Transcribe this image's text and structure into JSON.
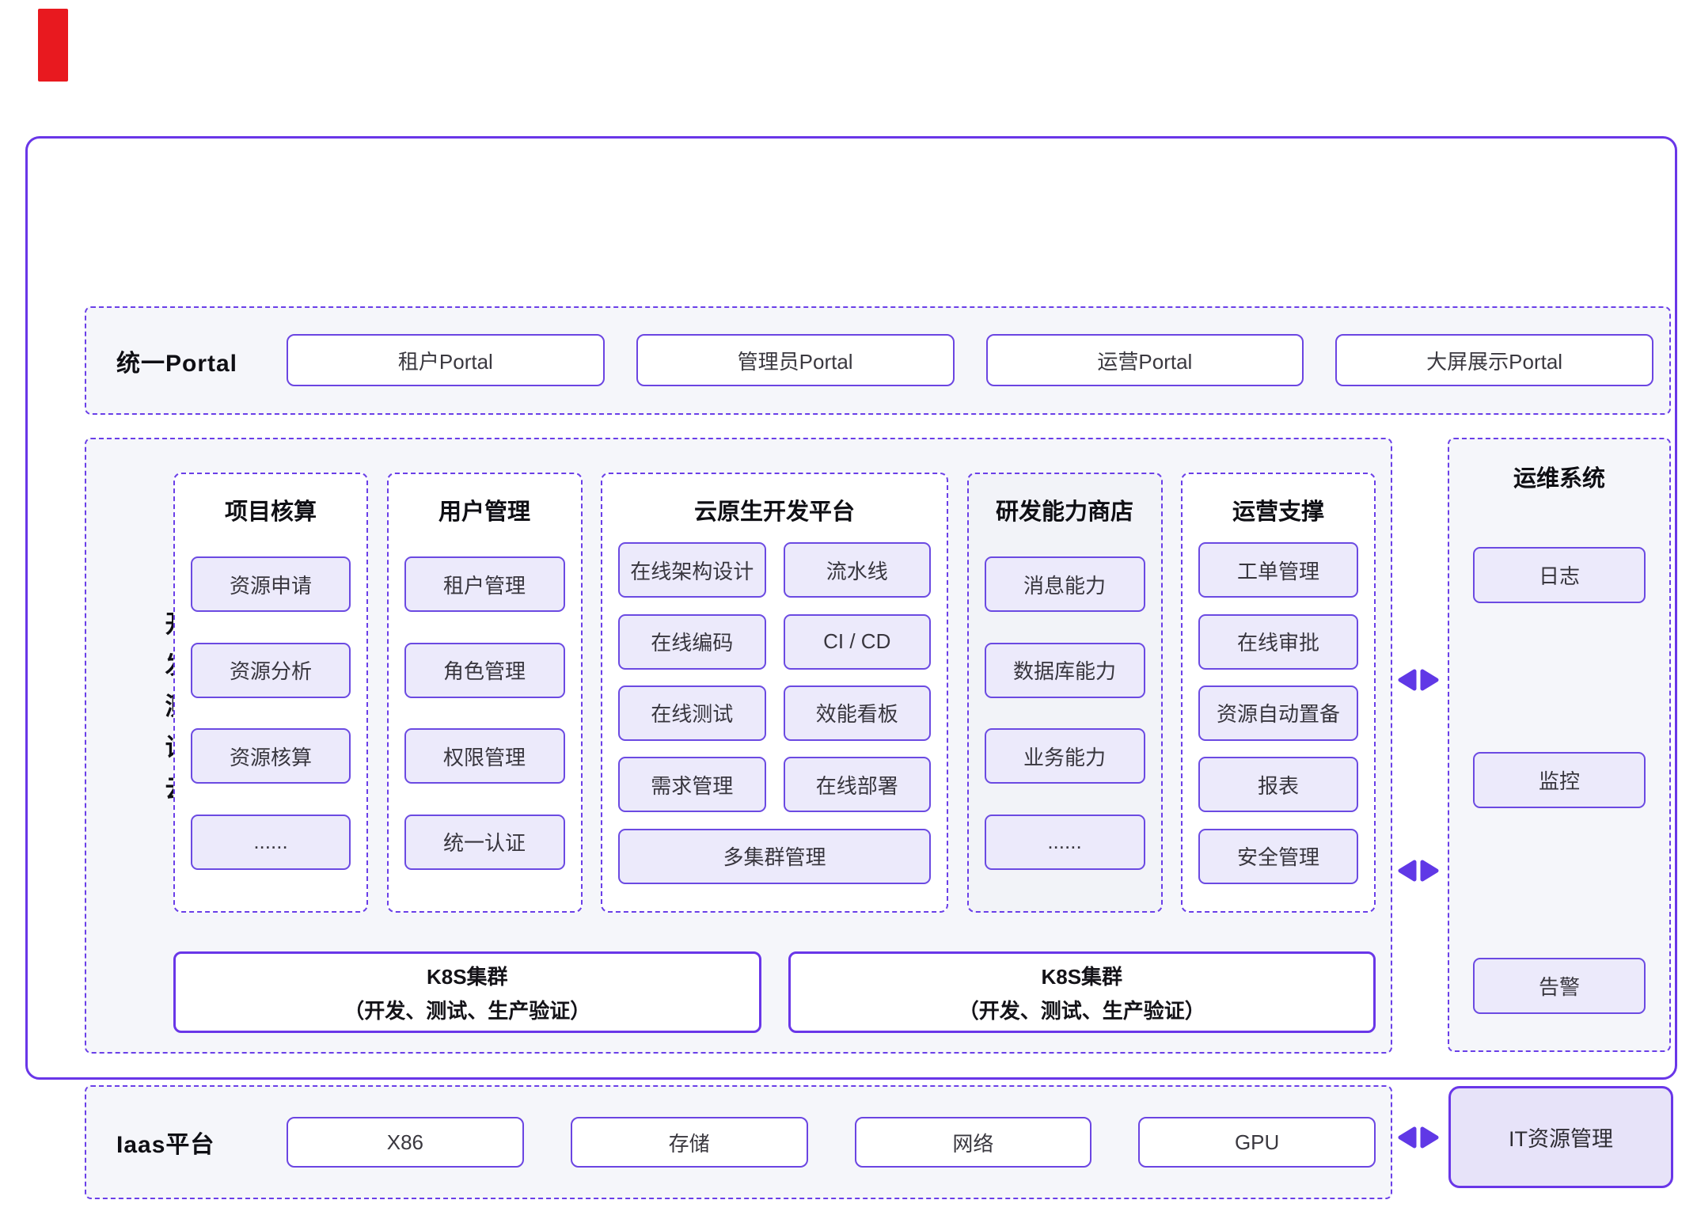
{
  "colors": {
    "accent_purple": "#6936e8",
    "item_border": "#6b4ae2",
    "item_fill": "#eceafb",
    "section_bg": "#f5f6fa",
    "highlight_column_bg": "#f2f3f8",
    "arrow": "#6038e6",
    "red_mark": "#e8191f",
    "it_box_fill": "#e7e3f9"
  },
  "portal": {
    "label": "统一Portal",
    "boxes": [
      "租户Portal",
      "管理员Portal",
      "运营Portal",
      "大屏展示Portal"
    ]
  },
  "dev_cloud": {
    "label": "开发测试云",
    "columns": [
      {
        "title": "项目核算",
        "layout": "list",
        "highlight": false,
        "items": [
          "资源申请",
          "资源分析",
          "资源核算",
          "......"
        ]
      },
      {
        "title": "用户管理",
        "layout": "list",
        "highlight": false,
        "items": [
          "租户管理",
          "角色管理",
          "权限管理",
          "统一认证"
        ]
      },
      {
        "title": "云原生开发平台",
        "layout": "grid",
        "highlight": false,
        "items": [
          "在线架构设计",
          "流水线",
          "在线编码",
          "CI / CD",
          "在线测试",
          "效能看板",
          "需求管理",
          "在线部署",
          "多集群管理"
        ]
      },
      {
        "title": "研发能力商店",
        "layout": "list",
        "highlight": true,
        "items": [
          "消息能力",
          "数据库能力",
          "业务能力",
          "......"
        ]
      },
      {
        "title": "运营支撑",
        "layout": "list",
        "highlight": false,
        "items": [
          "工单管理",
          "在线审批",
          "资源自动置备",
          "报表",
          "安全管理"
        ]
      }
    ],
    "k8s": [
      {
        "line1": "K8S集群",
        "line2": "（开发、测试、生产验证）"
      },
      {
        "line1": "K8S集群",
        "line2": "（开发、测试、生产验证）"
      }
    ]
  },
  "ops": {
    "title": "运维系统",
    "items": [
      "日志",
      "监控",
      "告警"
    ]
  },
  "iaas": {
    "label": "Iaas平台",
    "boxes": [
      "X86",
      "存储",
      "网络",
      "GPU"
    ]
  },
  "it_resource": {
    "label": "IT资源管理"
  }
}
